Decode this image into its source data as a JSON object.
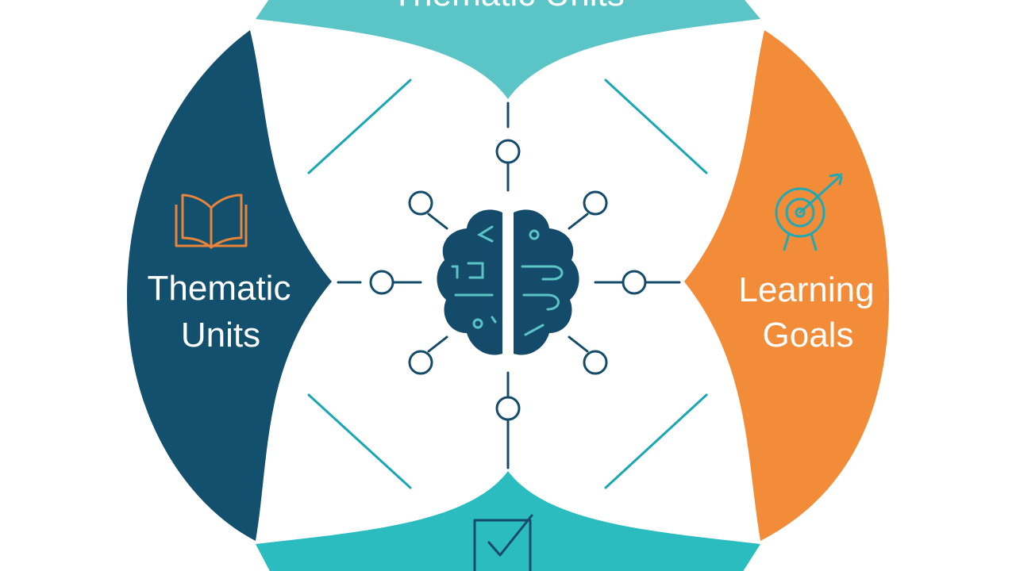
{
  "diagram": {
    "top_label": "Thematic Units",
    "left_label_line1": "Thematic",
    "left_label_line2": "Units",
    "right_label_line1": "Learning",
    "right_label_line2": "Goals"
  },
  "colors": {
    "navy": "#12506e",
    "teal_top": "#5bc4c6",
    "teal_bottom": "#2bbcc0",
    "orange": "#f28c38",
    "line_teal": "#1aa7b3",
    "node_navy": "#154b6a",
    "icon_orange": "#e8853a",
    "icon_teal": "#20a9b5"
  },
  "icons": {
    "left": "open-book-icon",
    "right": "target-with-arrow-icon",
    "bottom": "checkbox-check-icon",
    "center": "brain-circuit-icon"
  }
}
